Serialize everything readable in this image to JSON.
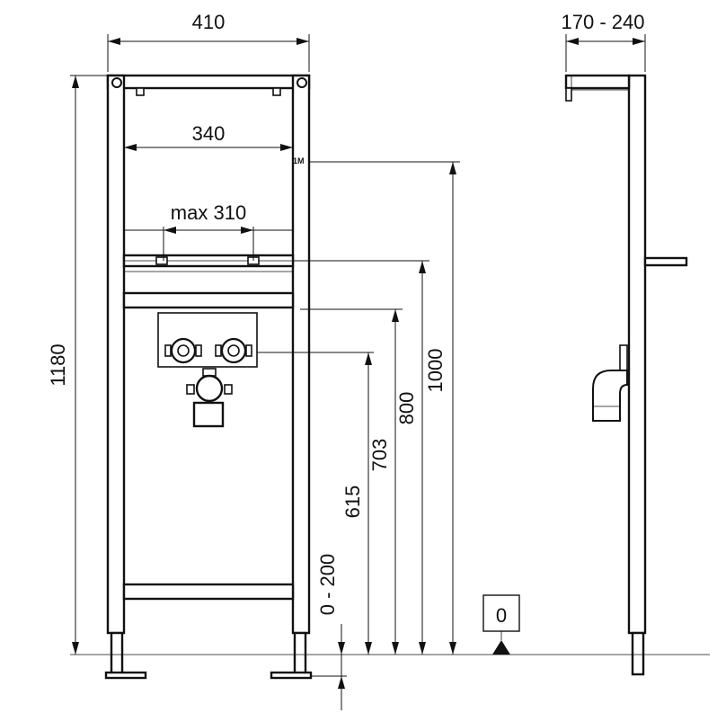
{
  "dimensions": {
    "frame_width": "410",
    "inner_width": "340",
    "max_width": "max 310",
    "depth_range": "170 - 240",
    "total_height": "1180",
    "height_1000": "1000",
    "height_800": "800",
    "height_703": "703",
    "height_615": "615",
    "foot_adjust": "0 - 200"
  },
  "reference_level": "0",
  "marker_text": "1M"
}
